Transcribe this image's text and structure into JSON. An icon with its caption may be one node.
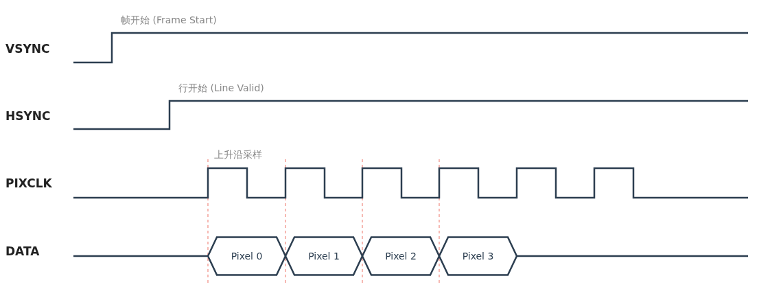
{
  "diagram": {
    "nodes": [
      {
        "text": [
          "Pixel 0"
        ]
      },
      {
        "text": [
          "Pixel 1"
        ]
      },
      {
        "text": [
          "Pixel 2"
        ]
      },
      {
        "text": [
          "Pixel 3"
        ]
      }
    ],
    "labels": [
      "帧开始 (Frame Start)",
      "VSYNC",
      "行开始 (Line Valid)",
      "HSYNC",
      "上升沿采样",
      "PIXCLK",
      "DATA"
    ]
  }
}
